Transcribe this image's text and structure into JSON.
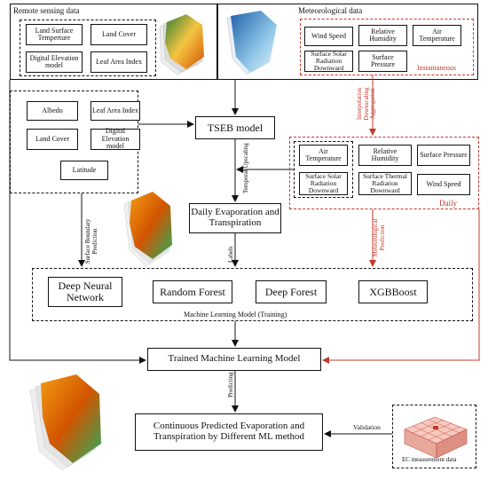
{
  "remote_sensing": {
    "title": "Remote sensing data",
    "items": [
      "Land Surface Temperture",
      "Land Cover",
      "Digital Elevation model",
      "Leaf Area Index"
    ]
  },
  "meteorological": {
    "title": "Meteorological data",
    "items": [
      "Wind Speed",
      "Relative Humidity",
      "Air Temperature",
      "Surface Solar Radiation Downward",
      "Surface Pressure"
    ],
    "tag": "Instantaneous"
  },
  "static_inputs": {
    "items": [
      "Albedo",
      "Leaf Area Index",
      "Land Cover",
      "Digital Elevation model",
      "Latitude"
    ]
  },
  "daily_met": {
    "items": [
      "Air Temperature",
      "Relative Humidity",
      "Surface Pressure",
      "Surface Solar Radiation Downward",
      "Surface Thermal Radiation Downward",
      "Wind Speed"
    ],
    "tag": "Daily"
  },
  "process": {
    "tseb": "TSEB model",
    "daily_et": "Daily Evaporation and Transpiration",
    "trained": "Trained Machine Learning Model",
    "continuous": "Continuous Predicted Evaporation and Transpiration by Different ML method"
  },
  "ml_models": {
    "items": [
      "Deep Neural Network",
      "Random Forest",
      "Deep Forest",
      "XGBBoost"
    ],
    "caption": "Machine Learning Model (Training)"
  },
  "edge_labels": {
    "interp": "Interpolation Downscaling Aggregation",
    "temporal": "Temporal Upscaling",
    "sb_pred": "Surface Boundary Prediction",
    "met_pred": "Meteorological Prediction",
    "labels": "Labels",
    "predicting": "Predicting",
    "validation": "Validation"
  },
  "ec": {
    "label": "EC measurement data"
  },
  "colors": {
    "accent_red": "#c0392b",
    "line": "#111111"
  }
}
